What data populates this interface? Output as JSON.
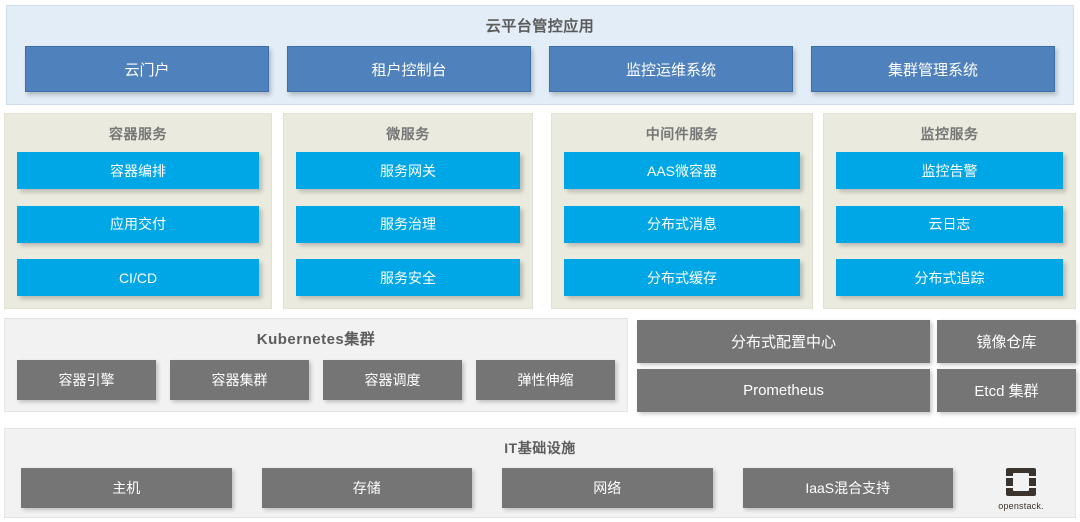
{
  "diagram": {
    "title": "云平台管控应用",
    "colors": {
      "apps_panel_bg": "#e3edf7",
      "apps_box": "#4f81bd",
      "service_panel_bg": "#eaeade",
      "service_box": "#00a7e6",
      "gray_box": "#757575",
      "infra_panel_bg": "#f2f2f2"
    }
  },
  "apps_row": {
    "title": "云平台管控应用",
    "boxes": [
      {
        "label": "云门户"
      },
      {
        "label": "租户控制台"
      },
      {
        "label": "监控运维系统"
      },
      {
        "label": "集群管理系统"
      }
    ]
  },
  "service_panels": [
    {
      "title": "容器服务",
      "items": [
        {
          "label": "容器编排"
        },
        {
          "label": "应用交付"
        },
        {
          "label": "CI/CD"
        }
      ]
    },
    {
      "title": "微服务",
      "items": [
        {
          "label": "服务网关"
        },
        {
          "label": "服务治理"
        },
        {
          "label": "服务安全"
        }
      ]
    },
    {
      "title": "中间件服务",
      "items": [
        {
          "label": "AAS微容器"
        },
        {
          "label": "分布式消息"
        },
        {
          "label": "分布式缓存"
        }
      ]
    },
    {
      "title": "监控服务",
      "items": [
        {
          "label": "监控告警"
        },
        {
          "label": "云日志"
        },
        {
          "label": "分布式追踪"
        }
      ]
    }
  ],
  "k8s_panel": {
    "title": "Kubernetes集群",
    "items": [
      {
        "label": "容器引擎"
      },
      {
        "label": "容器集群"
      },
      {
        "label": "容器调度"
      },
      {
        "label": "弹性伸缩"
      }
    ]
  },
  "platform_mid_column": {
    "items": [
      {
        "label": "分布式配置中心"
      },
      {
        "label": "Prometheus"
      }
    ]
  },
  "platform_right_column": {
    "items": [
      {
        "label": "镜像仓库"
      },
      {
        "label": "Etcd 集群"
      }
    ]
  },
  "infra_row": {
    "title": "IT基础设施",
    "items": [
      {
        "label": "主机"
      },
      {
        "label": "存储"
      },
      {
        "label": "网络"
      },
      {
        "label": "IaaS混合支持"
      }
    ],
    "logo": {
      "icon": "openstack-icon",
      "wordmark": "openstack."
    }
  }
}
